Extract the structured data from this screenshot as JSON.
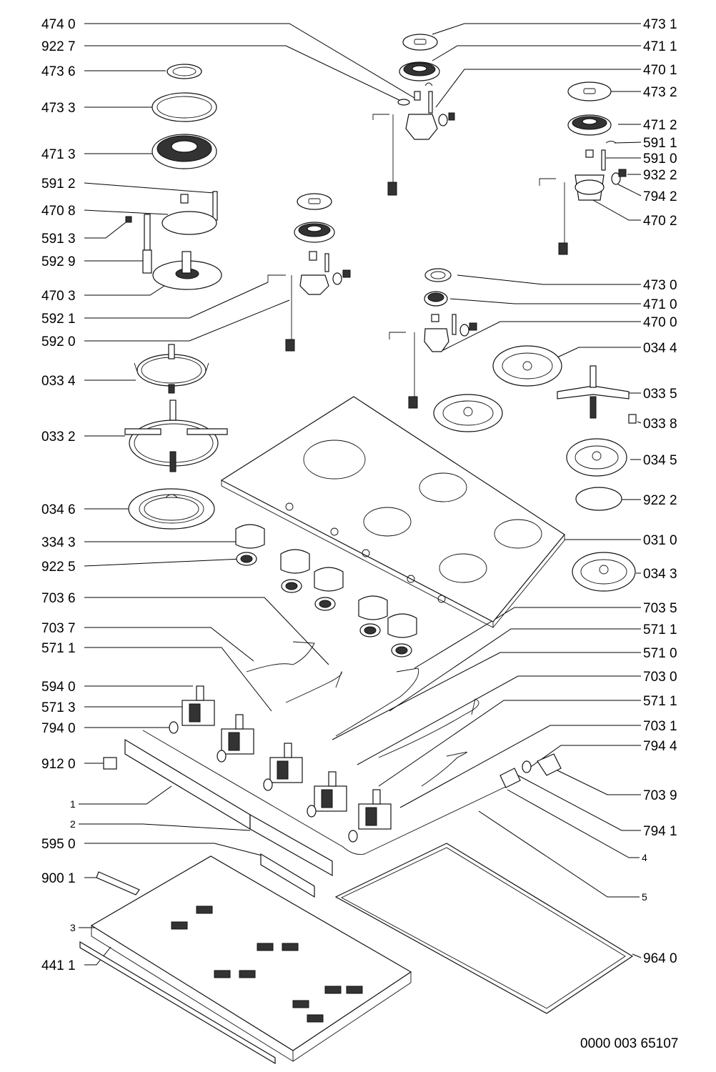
{
  "diagram": {
    "type": "exploded-parts-view",
    "document_code": "0000 003 65107",
    "labels_left": [
      {
        "id": "l-474-0",
        "text": "474 0"
      },
      {
        "id": "l-922-7",
        "text": "922 7"
      },
      {
        "id": "l-473-6",
        "text": "473 6"
      },
      {
        "id": "l-473-3",
        "text": "473 3"
      },
      {
        "id": "l-471-3",
        "text": "471 3"
      },
      {
        "id": "l-591-2",
        "text": "591 2"
      },
      {
        "id": "l-470-8",
        "text": "470 8"
      },
      {
        "id": "l-591-3",
        "text": "591 3"
      },
      {
        "id": "l-592-9",
        "text": "592 9"
      },
      {
        "id": "l-470-3",
        "text": "470 3"
      },
      {
        "id": "l-592-1",
        "text": "592 1"
      },
      {
        "id": "l-592-0",
        "text": "592 0"
      },
      {
        "id": "l-033-4",
        "text": "033 4"
      },
      {
        "id": "l-033-2",
        "text": "033 2"
      },
      {
        "id": "l-034-6",
        "text": "034 6"
      },
      {
        "id": "l-334-3",
        "text": "334 3"
      },
      {
        "id": "l-922-5",
        "text": "922 5"
      },
      {
        "id": "l-703-6",
        "text": "703 6"
      },
      {
        "id": "l-703-7",
        "text": "703 7"
      },
      {
        "id": "l-571-1a",
        "text": "571 1"
      },
      {
        "id": "l-594-0",
        "text": "594 0"
      },
      {
        "id": "l-571-3",
        "text": "571 3"
      },
      {
        "id": "l-794-0",
        "text": "794 0"
      },
      {
        "id": "l-912-0",
        "text": "912 0"
      },
      {
        "id": "l-1",
        "text": "1"
      },
      {
        "id": "l-2",
        "text": "2"
      },
      {
        "id": "l-595-0",
        "text": "595 0"
      },
      {
        "id": "l-900-1",
        "text": "900 1"
      },
      {
        "id": "l-3",
        "text": "3"
      },
      {
        "id": "l-441-1",
        "text": "441 1"
      }
    ],
    "labels_right": [
      {
        "id": "r-473-1",
        "text": "473 1"
      },
      {
        "id": "r-471-1",
        "text": "471 1"
      },
      {
        "id": "r-470-1",
        "text": "470 1"
      },
      {
        "id": "r-473-2",
        "text": "473 2"
      },
      {
        "id": "r-471-2",
        "text": "471 2"
      },
      {
        "id": "r-591-1",
        "text": "591 1"
      },
      {
        "id": "r-591-0",
        "text": "591 0"
      },
      {
        "id": "r-932-2",
        "text": "932 2"
      },
      {
        "id": "r-794-2",
        "text": "794 2"
      },
      {
        "id": "r-470-2",
        "text": "470 2"
      },
      {
        "id": "r-473-0",
        "text": "473 0"
      },
      {
        "id": "r-471-0",
        "text": "471 0"
      },
      {
        "id": "r-470-0",
        "text": "470 0"
      },
      {
        "id": "r-034-4",
        "text": "034 4"
      },
      {
        "id": "r-033-5",
        "text": "033 5"
      },
      {
        "id": "r-033-8",
        "text": "033 8"
      },
      {
        "id": "r-034-5",
        "text": "034 5"
      },
      {
        "id": "r-922-2",
        "text": "922 2"
      },
      {
        "id": "r-031-0",
        "text": "031 0"
      },
      {
        "id": "r-034-3",
        "text": "034 3"
      },
      {
        "id": "r-703-5",
        "text": "703 5"
      },
      {
        "id": "r-571-1b",
        "text": "571 1"
      },
      {
        "id": "r-571-0",
        "text": "571 0"
      },
      {
        "id": "r-703-0",
        "text": "703 0"
      },
      {
        "id": "r-571-1c",
        "text": "571 1"
      },
      {
        "id": "r-703-1",
        "text": "703 1"
      },
      {
        "id": "r-794-4",
        "text": "794 4"
      },
      {
        "id": "r-703-9",
        "text": "703 9"
      },
      {
        "id": "r-794-1",
        "text": "794 1"
      },
      {
        "id": "r-4",
        "text": "4"
      },
      {
        "id": "r-5",
        "text": "5"
      },
      {
        "id": "r-964-0",
        "text": "964 0"
      }
    ]
  }
}
